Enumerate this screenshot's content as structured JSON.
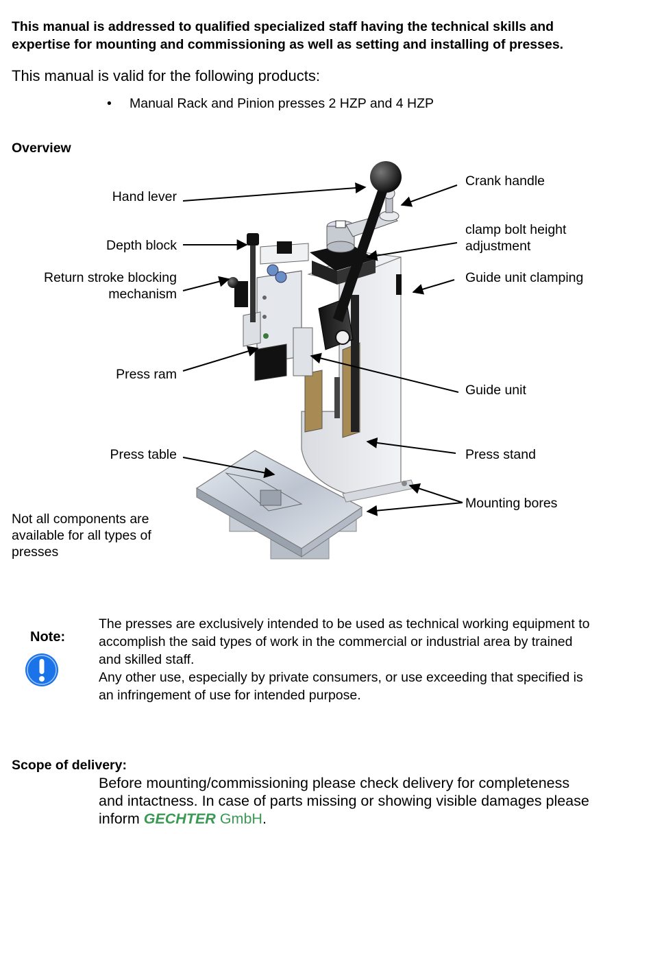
{
  "intro": {
    "audience_line1": "This manual is addressed to qualified specialized staff having the technical skills and",
    "audience_line2": "expertise for mounting and commissioning as well as setting and installing of presses.",
    "valid_for": "This manual is valid for the following products:",
    "products": [
      "Manual Rack and Pinion presses 2 HZP and 4 HZP"
    ]
  },
  "overview": {
    "heading": "Overview",
    "labels": {
      "hand_lever": "Hand lever",
      "depth_block": "Depth block",
      "return_stroke_1": "Return stroke blocking",
      "return_stroke_2": "mechanism",
      "press_ram": "Press  ram",
      "press_table": "Press table",
      "crank_handle": "Crank handle",
      "clamp_bolt_1": "clamp bolt height",
      "clamp_bolt_2": "adjustment",
      "guide_unit_clamping": "Guide unit clamping",
      "guide_unit": "Guide unit",
      "press_stand": "Press stand",
      "mounting_bores": "Mounting bores"
    },
    "availability_note": "Not all components are available for all types of presses"
  },
  "note": {
    "label": "Note:",
    "icon": "exclamation-circle-icon",
    "icon_color": "#1a73e8",
    "paragraph1": "The presses are exclusively intended to be used as technical working equipment to accomplish the said types of work in the commercial or industrial area by trained and skilled staff.",
    "paragraph2": "Any other use, especially by private consumers, or use exceeding that specified is an infringement of use for intended purpose."
  },
  "scope": {
    "heading": "Scope of delivery:",
    "text": "Before mounting/commissioning please check delivery for completeness and intactness. In case of parts missing or showing visible damages please inform ",
    "brand_name": "GECHTER",
    "brand_suffix": " GmbH",
    "brand_color": "#3a9a54",
    "end": "."
  }
}
